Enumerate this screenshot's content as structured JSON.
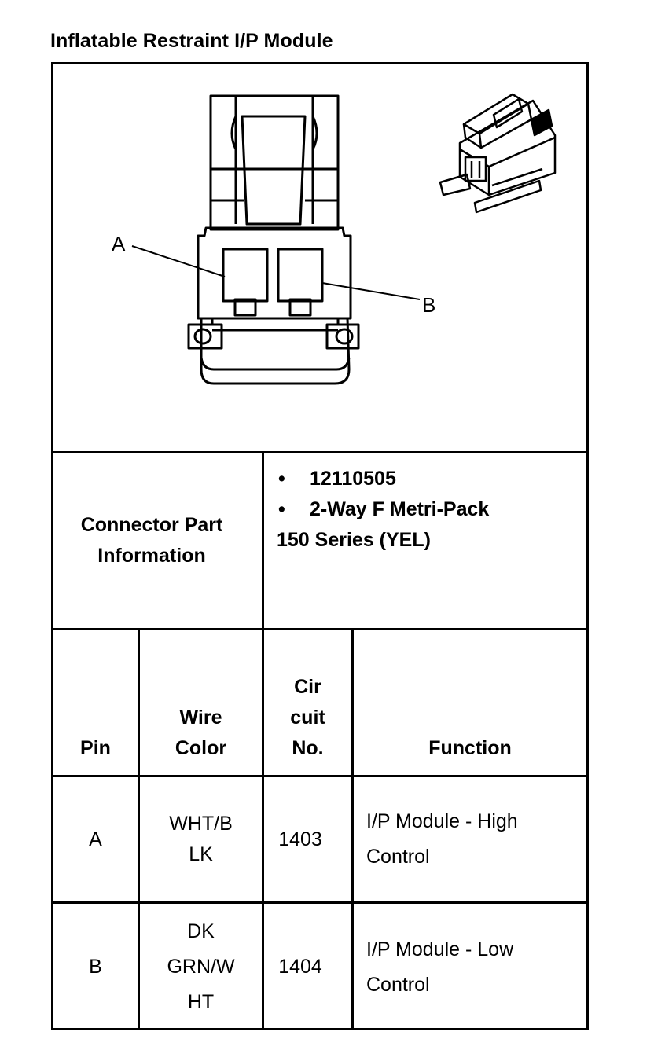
{
  "title": "Inflatable Restraint I/P Module",
  "diagram": {
    "pin_label_a": "A",
    "pin_label_b": "B"
  },
  "connector_info": {
    "label": "Connector Part Information",
    "bullets": [
      "12110505",
      "2-Way F Metri-Pack"
    ],
    "continuation": "150 Series (YEL)"
  },
  "table": {
    "headers": {
      "pin": "Pin",
      "wire_color_1": "Wire",
      "wire_color_2": "Color",
      "circuit_1": "Cir",
      "circuit_2": "cuit",
      "circuit_3": "No.",
      "function": "Function"
    },
    "rows": [
      {
        "pin": "A",
        "wire_lines": [
          "WHT/B",
          "LK"
        ],
        "circuit": "1403",
        "function_lines": [
          "I/P Module - High",
          "Control"
        ]
      },
      {
        "pin": "B",
        "wire_lines": [
          "DK",
          "GRN/W",
          "HT"
        ],
        "circuit": "1404",
        "function_lines": [
          "I/P Module - Low",
          "Control"
        ]
      }
    ]
  }
}
